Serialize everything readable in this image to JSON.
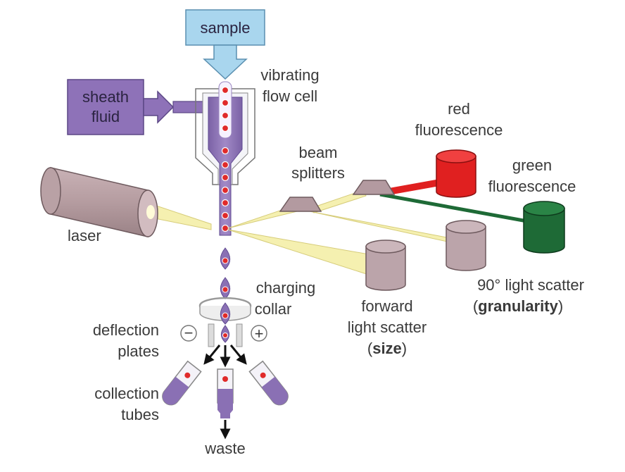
{
  "labels": {
    "sample": "sample",
    "sheath_fluid_line1": "sheath",
    "sheath_fluid_line2": "fluid",
    "flow_cell_line1": "vibrating",
    "flow_cell_line2": "flow cell",
    "laser": "laser",
    "beam_splitters_line1": "beam",
    "beam_splitters_line2": "splitters",
    "red_fluorescence_line1": "red",
    "red_fluorescence_line2": "fluorescence",
    "green_fluorescence_line1": "green",
    "green_fluorescence_line2": "fluorescence",
    "side_scatter_line1": "90° light scatter",
    "side_scatter_paren_open": "(",
    "side_scatter_bold": "granularity",
    "side_scatter_paren_close": ")",
    "forward_scatter_line1": "forward",
    "forward_scatter_line2": "light scatter",
    "forward_scatter_paren_open": "(",
    "forward_scatter_bold": "size",
    "forward_scatter_paren_close": ")",
    "charging_collar_line1": "charging",
    "charging_collar_line2": "collar",
    "deflection_plates_line1": "deflection",
    "deflection_plates_line2": "plates",
    "minus_sign": "−",
    "plus_sign": "+",
    "collection_tubes_line1": "collection",
    "collection_tubes_line2": "tubes",
    "waste": "waste"
  },
  "colors": {
    "sample_box": "#a9d6ee",
    "sheath_box": "#8e72b8",
    "flow_cell": "#8a70b4",
    "cell": "#e02a2a",
    "laser_body": "#b39a9e",
    "light_beam": "#f5f0b0",
    "red_detector": "#e02020",
    "green_detector": "#1e6a36",
    "scatter_detector": "#bba4aa"
  }
}
